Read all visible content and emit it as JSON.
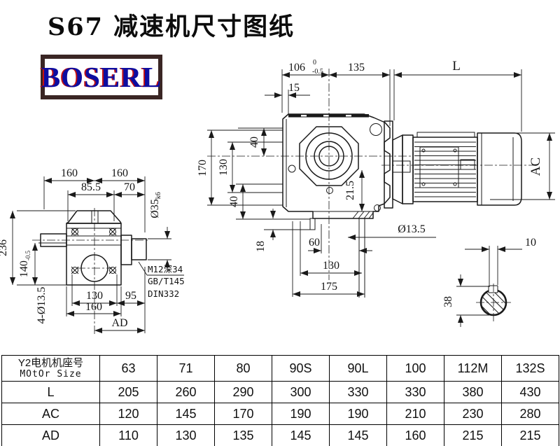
{
  "header": {
    "title": "S67 减速机尺寸图纸",
    "logo_text": "BOSERL"
  },
  "drawing": {
    "front": {
      "d106": "106",
      "d106_tol_top": "0",
      "d106_tol_bot": "-0.5",
      "d135": "135",
      "dL": "L",
      "d15": "15",
      "d40_top": "40",
      "d130_left": "130",
      "d170": "170",
      "d40_bottom": "40",
      "d18": "18",
      "d21_5": "21.5",
      "d60": "60",
      "d130_bottom": "130",
      "d175": "175",
      "d13_5": "Ø13.5",
      "dAC": "AC"
    },
    "side": {
      "d160_left": "160",
      "d160_right": "160",
      "d85_5": "85.5",
      "d70": "70",
      "d236": "236",
      "d140": "140",
      "d140_tol": "-0.5",
      "d4_13_5": "4-Ø13.5",
      "d130": "130",
      "d95": "95",
      "d160_bottom": "160",
      "dAD": "AD",
      "d35": "Ø35",
      "d35_fit": "k6",
      "note_line1": "M12深34",
      "note_line2": "GB/T145",
      "note_line3": "DIN332"
    },
    "section": {
      "d10": "10",
      "d38": "38"
    }
  },
  "table": {
    "row_header_line1": "Y2电机机座号",
    "row_header_line2": "MOtOr Size",
    "motor_sizes": [
      "63",
      "71",
      "80",
      "90S",
      "90L",
      "100",
      "112M",
      "132S"
    ],
    "rows": [
      {
        "label": "L",
        "values": [
          "205",
          "260",
          "290",
          "300",
          "330",
          "330",
          "380",
          "430"
        ]
      },
      {
        "label": "AC",
        "values": [
          "120",
          "145",
          "170",
          "190",
          "190",
          "210",
          "230",
          "280"
        ]
      },
      {
        "label": "AD",
        "values": [
          "110",
          "130",
          "135",
          "145",
          "145",
          "160",
          "215",
          "215"
        ]
      }
    ]
  },
  "colors": {
    "logo_border": "#3a2624",
    "logo_text": "#0d0da0",
    "logo_shadow": "#c41111",
    "line": "#1a1a1a"
  }
}
